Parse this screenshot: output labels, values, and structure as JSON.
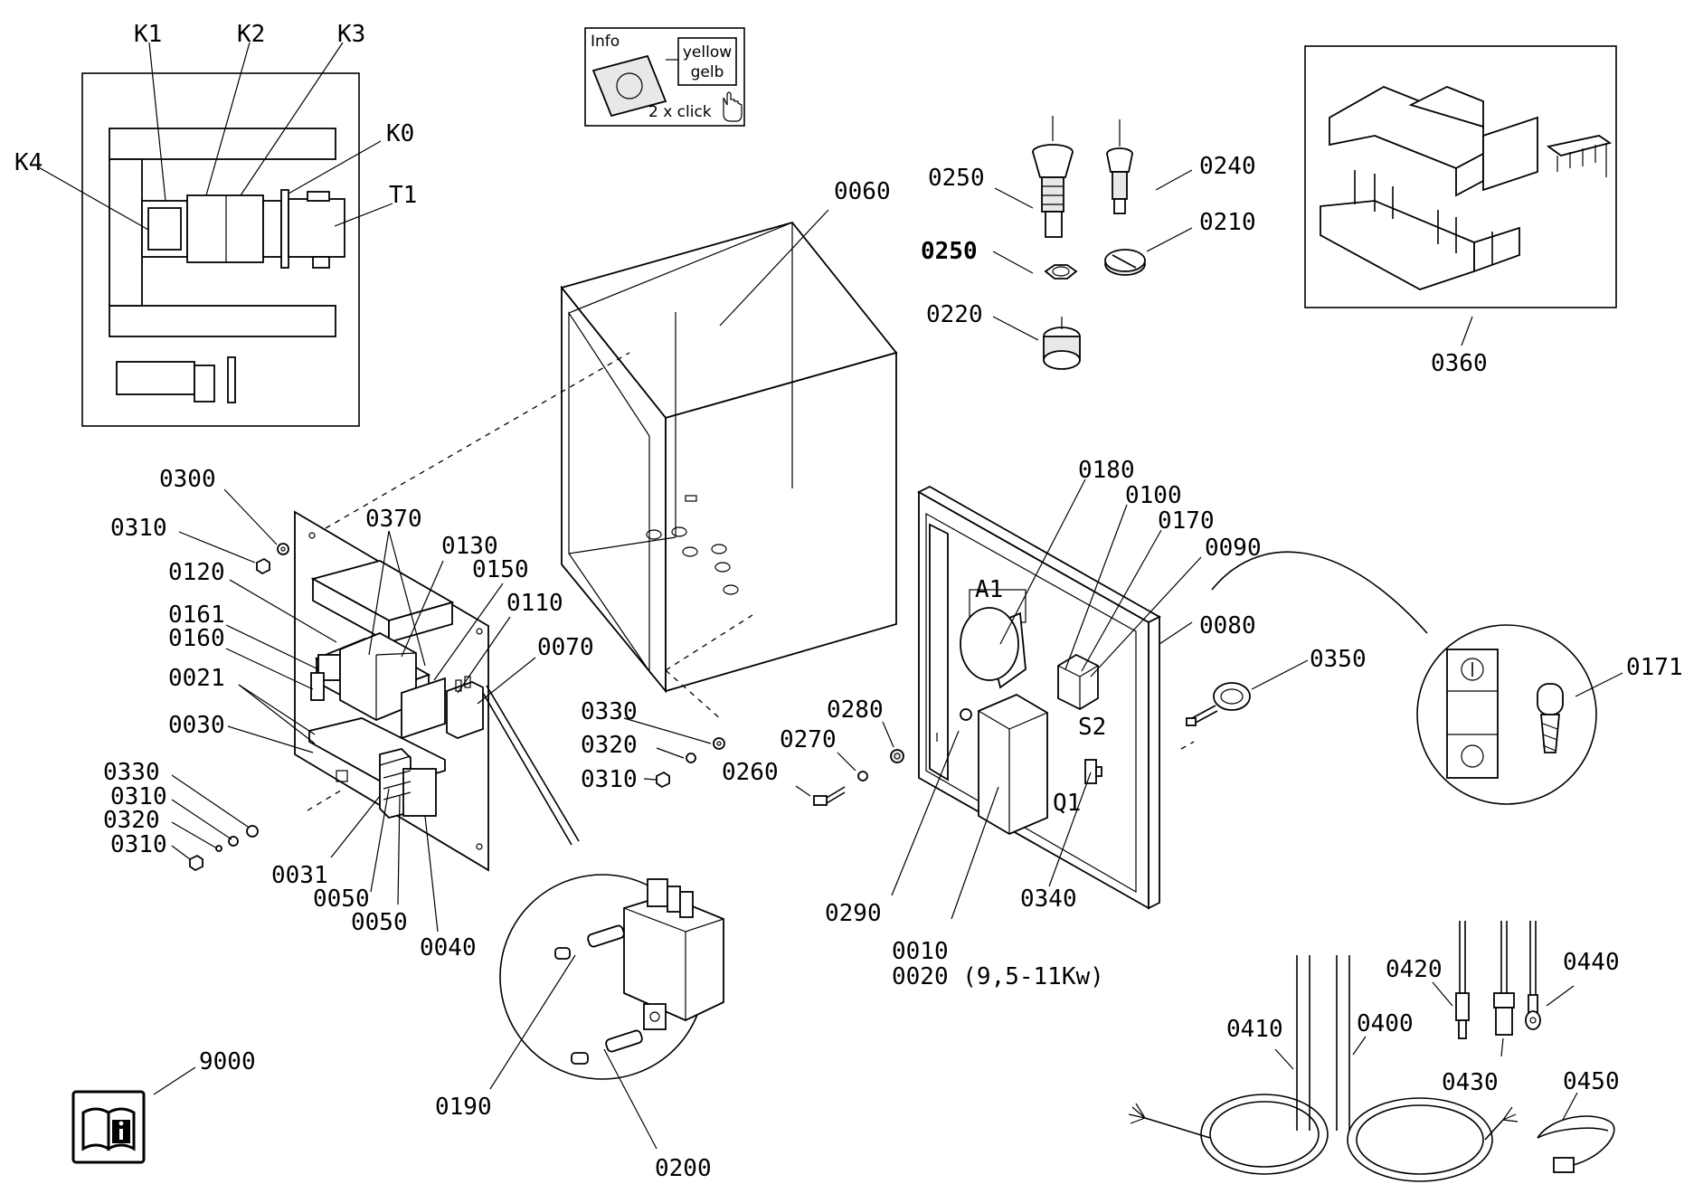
{
  "labels": {
    "k1": "K1",
    "k2": "K2",
    "k3": "K3",
    "k4": "K4",
    "k0": "K0",
    "t1": "T1",
    "p0060": "0060",
    "p0250a": "0250",
    "p0250b": "0250",
    "p0240": "0240",
    "p0210": "0210",
    "p0220": "0220",
    "p0360": "0360",
    "p0300": "0300",
    "p0310a": "0310",
    "p0370": "0370",
    "p0130": "0130",
    "p0150": "0150",
    "p0120": "0120",
    "p0110": "0110",
    "p0161": "0161",
    "p0160": "0160",
    "p0070": "0070",
    "p0021": "0021",
    "p0030": "0030",
    "p0330a": "0330",
    "p0310b": "0310",
    "p0320a": "0320",
    "p0310c": "0310",
    "p0031": "0031",
    "p0050a": "0050",
    "p0050b": "0050",
    "p0040": "0040",
    "p0330b": "0330",
    "p0320b": "0320",
    "p0310d": "0310",
    "p0280": "0280",
    "p0270": "0270",
    "p0260": "0260",
    "p0290": "0290",
    "p0010": "0010",
    "p0020": "0020 (9,5-11Kw)",
    "p0180": "0180",
    "p0100": "0100",
    "p0170": "0170",
    "p0090": "0090",
    "p0080": "0080",
    "p0350": "0350",
    "p0171": "0171",
    "p0340": "0340",
    "a1": "A1",
    "s2": "S2",
    "q1": "Q1",
    "p0190": "0190",
    "p0200": "0200",
    "p9000": "9000",
    "p0410": "0410",
    "p0400": "0400",
    "p0420": "0420",
    "p0430": "0430",
    "p0440": "0440",
    "p0450": "0450"
  },
  "info_box": {
    "title": "Info",
    "color_en": "yellow",
    "color_de": "gelb",
    "hint": "2 x click"
  },
  "icons": {
    "manual": "manual-info-icon",
    "hand": "hand-pointer-icon"
  }
}
